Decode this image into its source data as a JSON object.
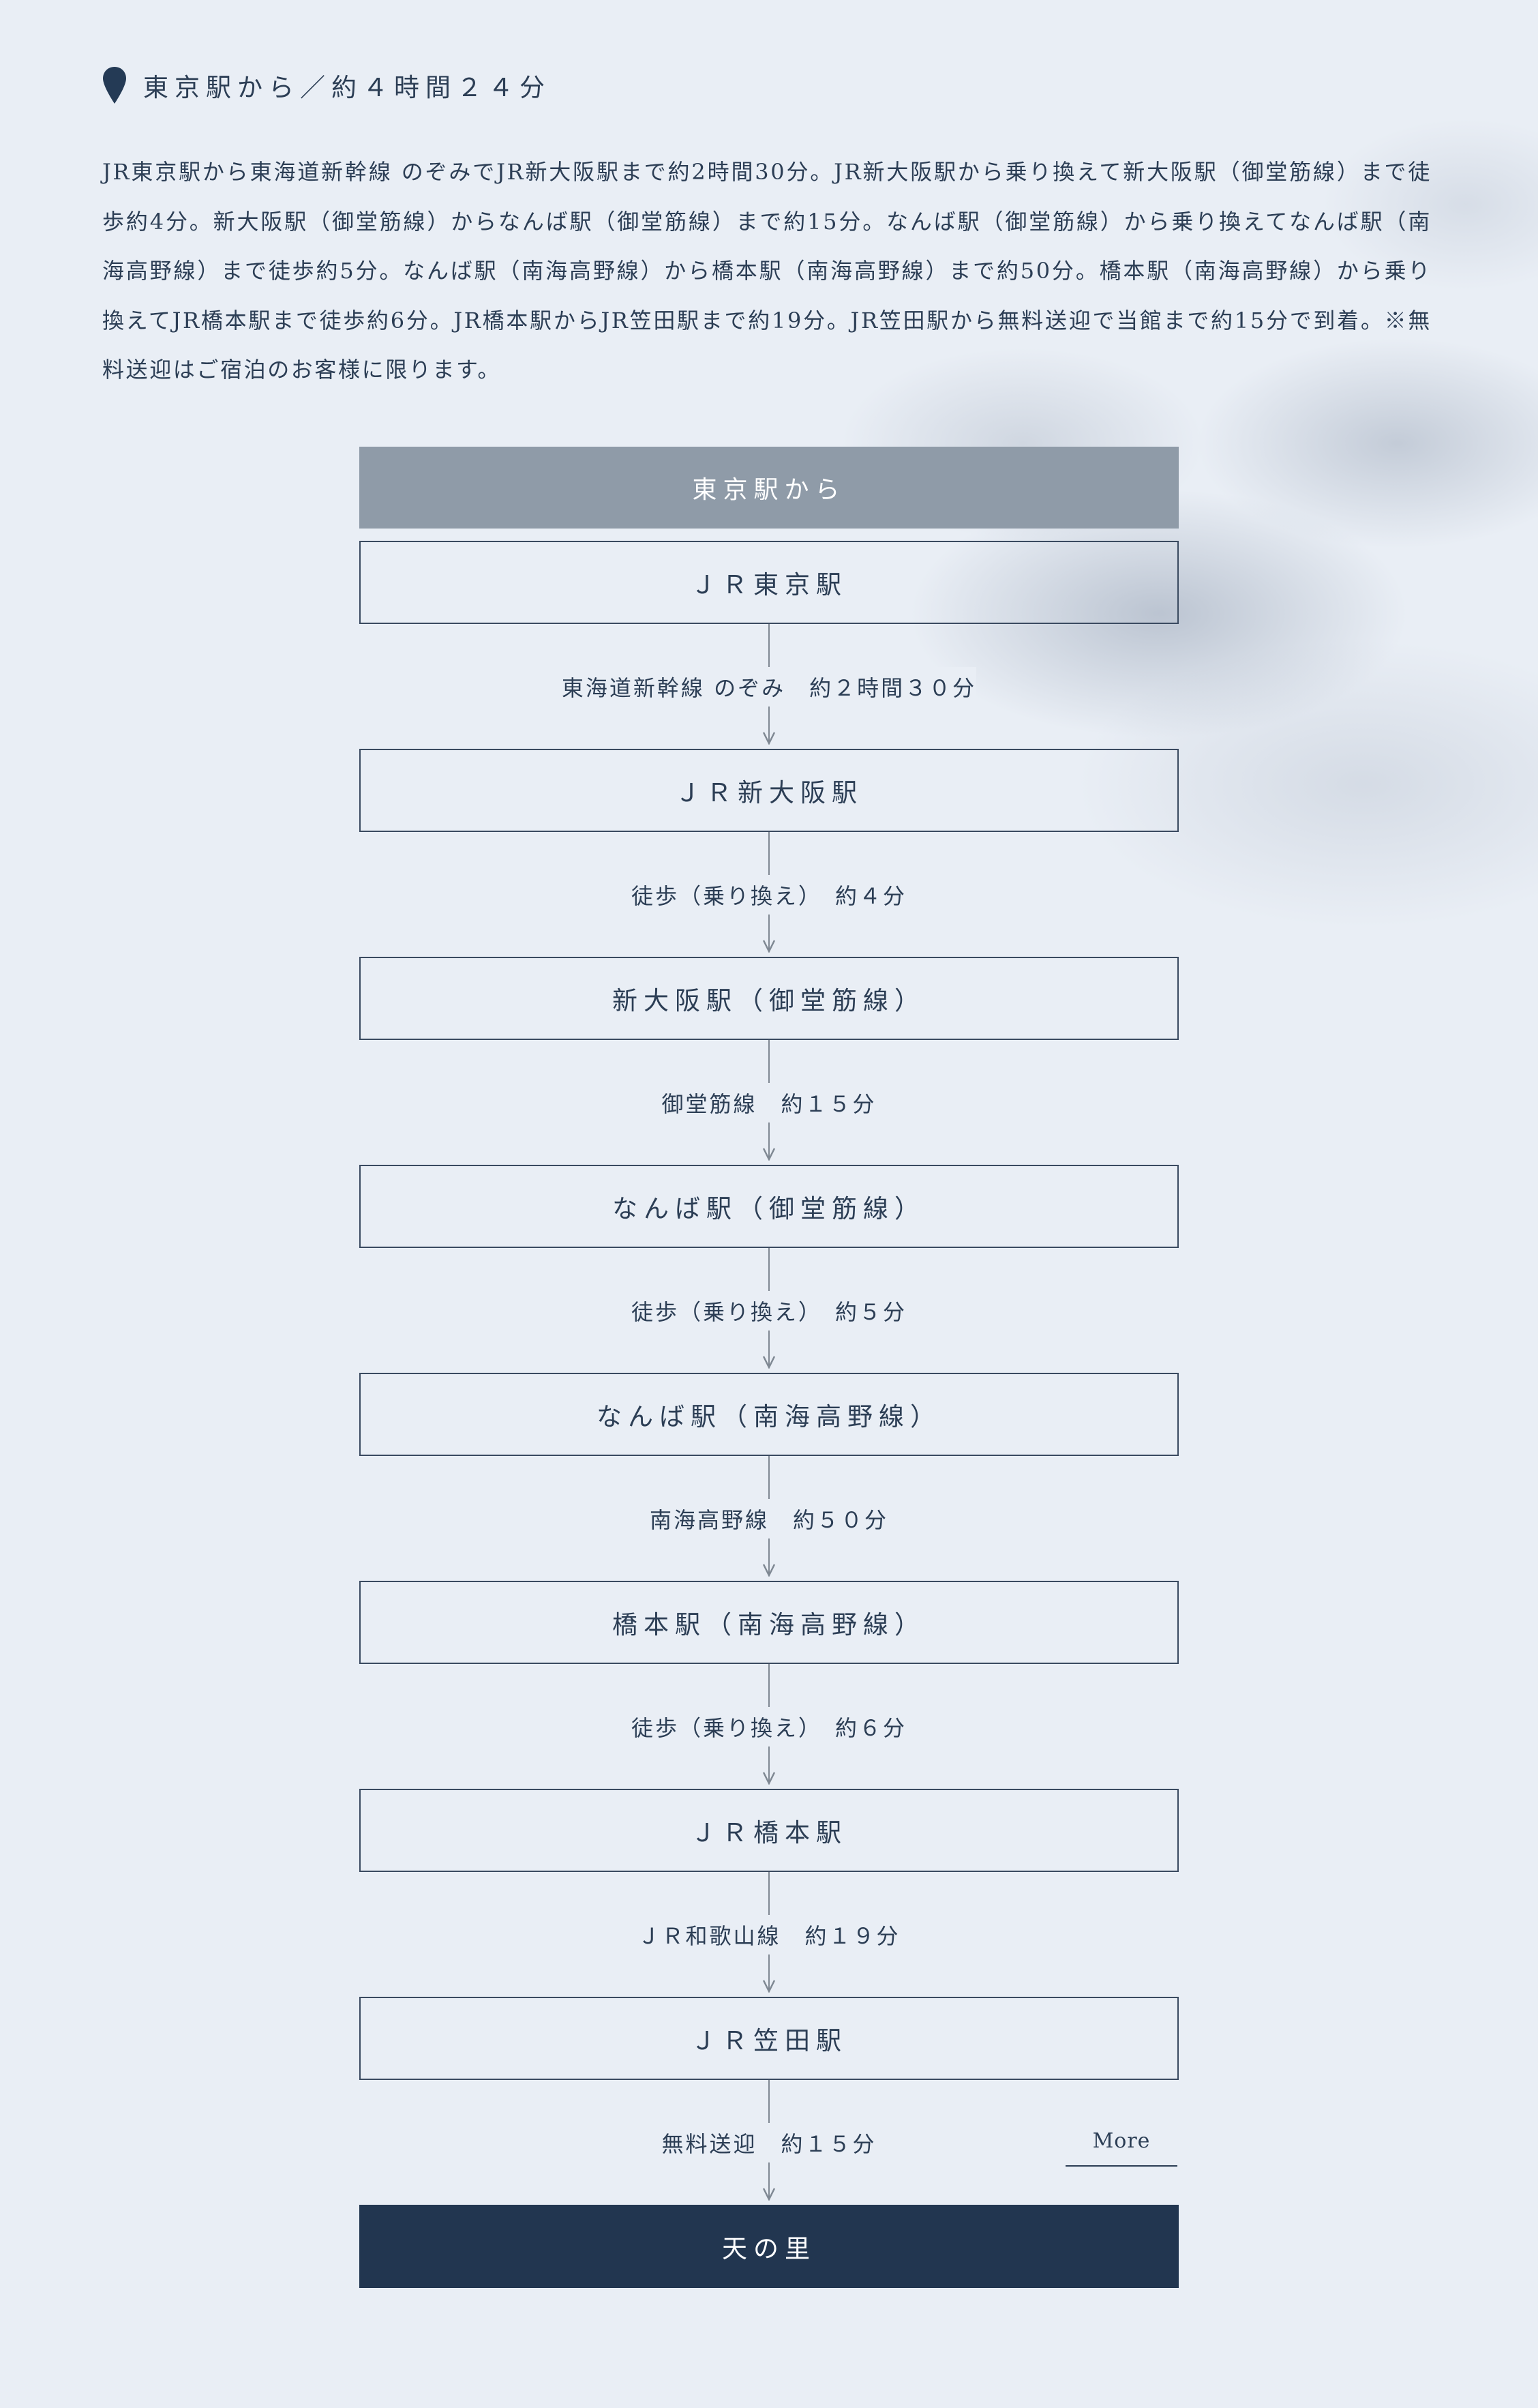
{
  "header": {
    "title": "東京駅から／約４時間２４分",
    "icon": "map-pin-icon",
    "icon_color": "#243a55"
  },
  "description": "JR東京駅から東海道新幹線 のぞみでJR新大阪駅まで約2時間30分。JR新大阪駅から乗り換えて新大阪駅（御堂筋線）まで徒歩約4分。新大阪駅（御堂筋線）からなんば駅（御堂筋線）まで約15分。なんば駅（御堂筋線）から乗り換えてなんば駅（南海高野線）まで徒歩約5分。なんば駅（南海高野線）から橋本駅（南海高野線）まで約50分。橋本駅（南海高野線）から乗り換えてJR橋本駅まで徒歩約6分。JR橋本駅からJR笠田駅まで約19分。JR笠田駅から無料送迎で当館まで約15分で到着。※無料送迎はご宿泊のお客様に限ります。",
  "route": {
    "start_label": "東京駅から",
    "stations": [
      "ＪＲ東京駅",
      "ＪＲ新大阪駅",
      "新大阪駅（御堂筋線）",
      "なんば駅（御堂筋線）",
      "なんば駅（南海高野線）",
      "橋本駅（南海高野線）",
      "ＪＲ橋本駅",
      "ＪＲ笠田駅"
    ],
    "segments": [
      "東海道新幹線 のぞみ　約２時間３０分",
      "徒歩（乗り換え）　約４分",
      "御堂筋線　約１５分",
      "徒歩（乗り換え）　約５分",
      "南海高野線　約５０分",
      "徒歩（乗り換え）　約６分",
      "ＪＲ和歌山線　約１９分",
      "無料送迎　約１５分"
    ],
    "destination": "天の里"
  },
  "more_link": {
    "label": "More"
  },
  "colors": {
    "background": "#e9eef5",
    "start_box": "#8f9ba8",
    "destination_box": "#223650",
    "text": "#2c3e55",
    "connector": "#7f8893"
  }
}
